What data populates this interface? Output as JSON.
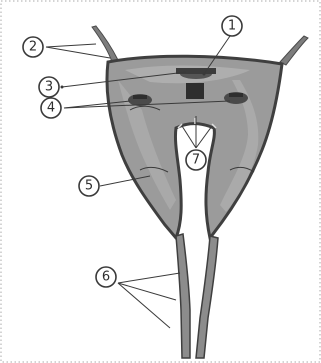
{
  "figure": {
    "callouts": [
      {
        "id": "callout-1",
        "label": "1"
      },
      {
        "id": "callout-2",
        "label": "2"
      },
      {
        "id": "callout-3",
        "label": "3"
      },
      {
        "id": "callout-4",
        "label": "4"
      },
      {
        "id": "callout-5",
        "label": "5"
      },
      {
        "id": "callout-6",
        "label": "6"
      },
      {
        "id": "callout-7",
        "label": "7"
      }
    ]
  },
  "colors": {
    "fabric": "#9b9b9b",
    "fabric_dark": "#6e6e6e",
    "edge_binding": "#4a4a4a",
    "strap": "#8c8c8c",
    "callout_stroke": "#3a3a3a"
  }
}
